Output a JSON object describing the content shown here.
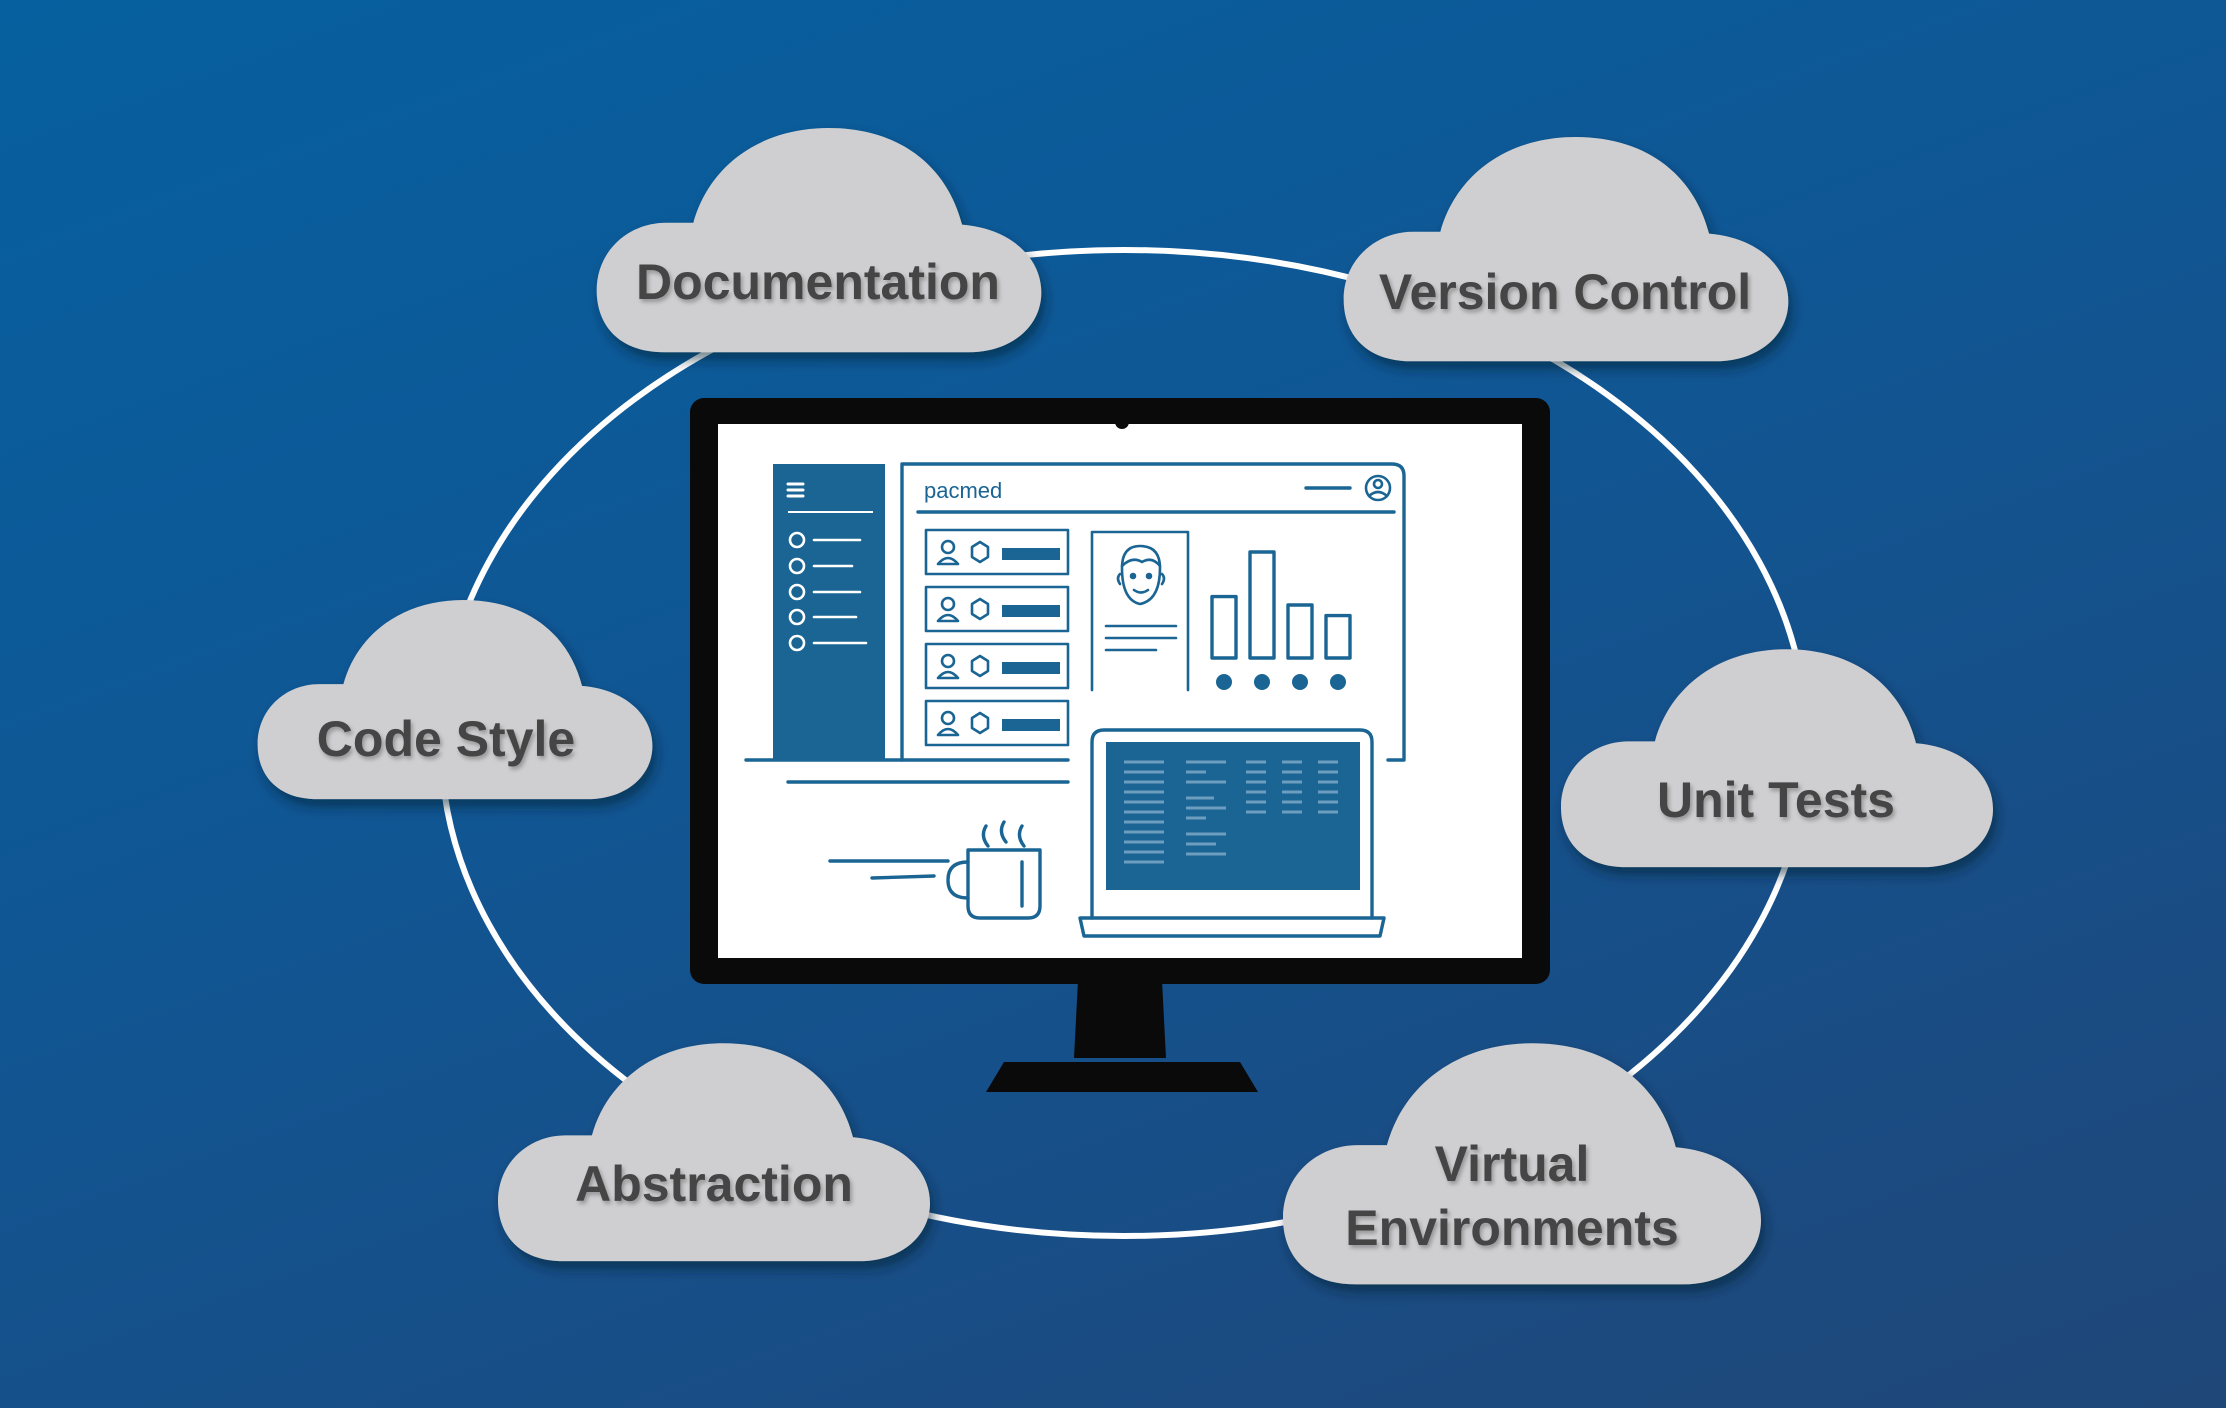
{
  "colors": {
    "background_top": "#06609f",
    "background_bottom": "#1f4778",
    "cloud": "#cfcfd1",
    "cloud_text": "#454545",
    "ring": "#ffffff",
    "monitor_frame": "#0a0a0a",
    "illustration_blue": "#1a6593"
  },
  "clouds": {
    "documentation": "Documentation",
    "version_control": "Version Control",
    "code_style": "Code Style",
    "unit_tests": "Unit Tests",
    "abstraction": "Abstraction",
    "virtual_environments_line1": "Virtual",
    "virtual_environments_line2": "Environments"
  },
  "screen": {
    "app_logo": "pacmed",
    "sidebar_icons": [
      "menu-icon",
      "circle-bullet-icon"
    ],
    "list_card_icons": [
      "user-icon",
      "hexagon-icon"
    ],
    "profile_icon": "face-icon",
    "account_icon": "user-circle-icon",
    "bar_chart_levels": [
      0.58,
      1.0,
      0.5,
      0.4
    ],
    "objects": [
      "coffee-mug-icon",
      "laptop-icon"
    ]
  }
}
